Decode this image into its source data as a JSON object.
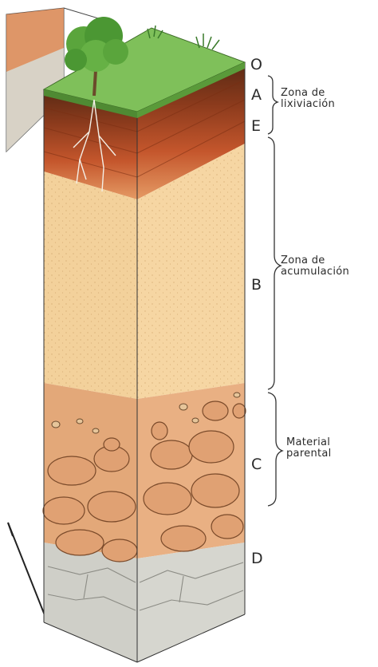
{
  "horizons": [
    {
      "id": "o",
      "letter": "O"
    },
    {
      "id": "a",
      "letter": "A"
    },
    {
      "id": "e",
      "letter": "E"
    },
    {
      "id": "b",
      "letter": "B"
    },
    {
      "id": "c",
      "letter": "C"
    },
    {
      "id": "d",
      "letter": "D"
    }
  ],
  "zones": [
    {
      "id": "lixiviacion",
      "line1": "Zona de",
      "line2": "lixiviación"
    },
    {
      "id": "acumulacion",
      "line1": "Zona de",
      "line2": "acumulación"
    },
    {
      "id": "parental",
      "line1": "Material",
      "line2": "parental"
    }
  ],
  "colors": {
    "grass": "#6fb24a",
    "humus": "#7a3418",
    "upper_soil": "#c4562c",
    "subsoil": "#f3cf96",
    "parent_rock": "#d98f5e",
    "bedrock": "#c9c9c2"
  }
}
